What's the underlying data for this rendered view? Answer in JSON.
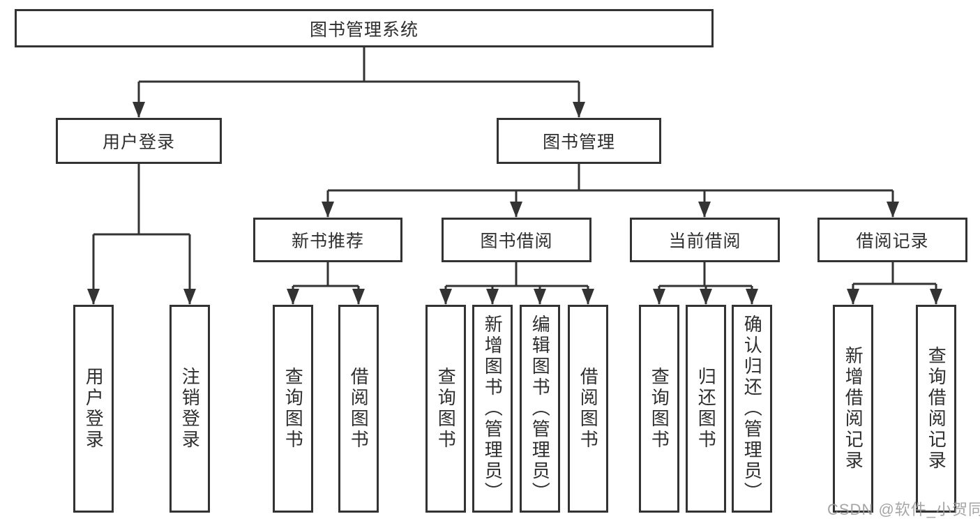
{
  "diagram": {
    "root": {
      "label": "图书管理系统",
      "children": [
        {
          "label": "用户登录",
          "children": [
            {
              "label": "用户登录"
            },
            {
              "label": "注销登录"
            }
          ]
        },
        {
          "label": "图书管理",
          "children": [
            {
              "label": "新书推荐",
              "children": [
                {
                  "label": "查询图书"
                },
                {
                  "label": "借阅图书"
                }
              ]
            },
            {
              "label": "图书借阅",
              "children": [
                {
                  "label": "查询图书"
                },
                {
                  "label": "新增图书（管理员）"
                },
                {
                  "label": "编辑图书（管理员）"
                },
                {
                  "label": "借阅图书"
                }
              ]
            },
            {
              "label": "当前借阅",
              "children": [
                {
                  "label": "查询图书"
                },
                {
                  "label": "归还图书"
                },
                {
                  "label": "确认归还（管理员）"
                }
              ]
            },
            {
              "label": "借阅记录",
              "children": [
                {
                  "label": "新增借阅记录"
                },
                {
                  "label": "查询借阅记录"
                }
              ]
            }
          ]
        }
      ]
    }
  },
  "watermark": {
    "text": "CSDN @软件_小贺同学"
  },
  "colors": {
    "line": "#333333",
    "box_border": "#333333",
    "text": "#2e2e2e",
    "watermark": "#9c9c9c",
    "background": "#ffffff"
  }
}
